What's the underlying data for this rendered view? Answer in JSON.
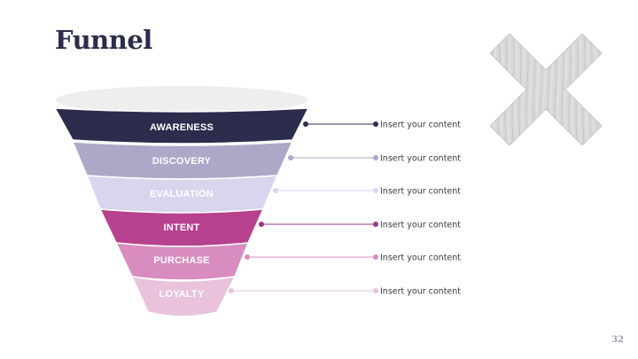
{
  "slide": {
    "title": "Funnel",
    "page_number": "32"
  },
  "decoration": {
    "icon": "wood-x-icon",
    "color": "#d6d6d6"
  },
  "funnel": {
    "rim_color": "#eeeeee",
    "stages": [
      {
        "label": "AWARENESS",
        "content": "Insert your content",
        "color": "#2c2d4d",
        "dot_color": "#2c2d4d"
      },
      {
        "label": "DISCOVERY",
        "content": "Insert your content",
        "color": "#aba8c8",
        "dot_color": "#aba8c8"
      },
      {
        "label": "EVALUATION",
        "content": "Insert your content",
        "color": "#d8d5ee",
        "dot_color": "#d8d5ee"
      },
      {
        "label": "INTENT",
        "content": "Insert your content",
        "color": "#b8418e",
        "dot_color": "#9b3a80"
      },
      {
        "label": "PURCHASE",
        "content": "Insert your content",
        "color": "#d88cc0",
        "dot_color": "#d88cc0"
      },
      {
        "label": "LOYALTY",
        "content": "Insert your content",
        "color": "#e9c3dc",
        "dot_color": "#e9c3dc"
      }
    ]
  }
}
